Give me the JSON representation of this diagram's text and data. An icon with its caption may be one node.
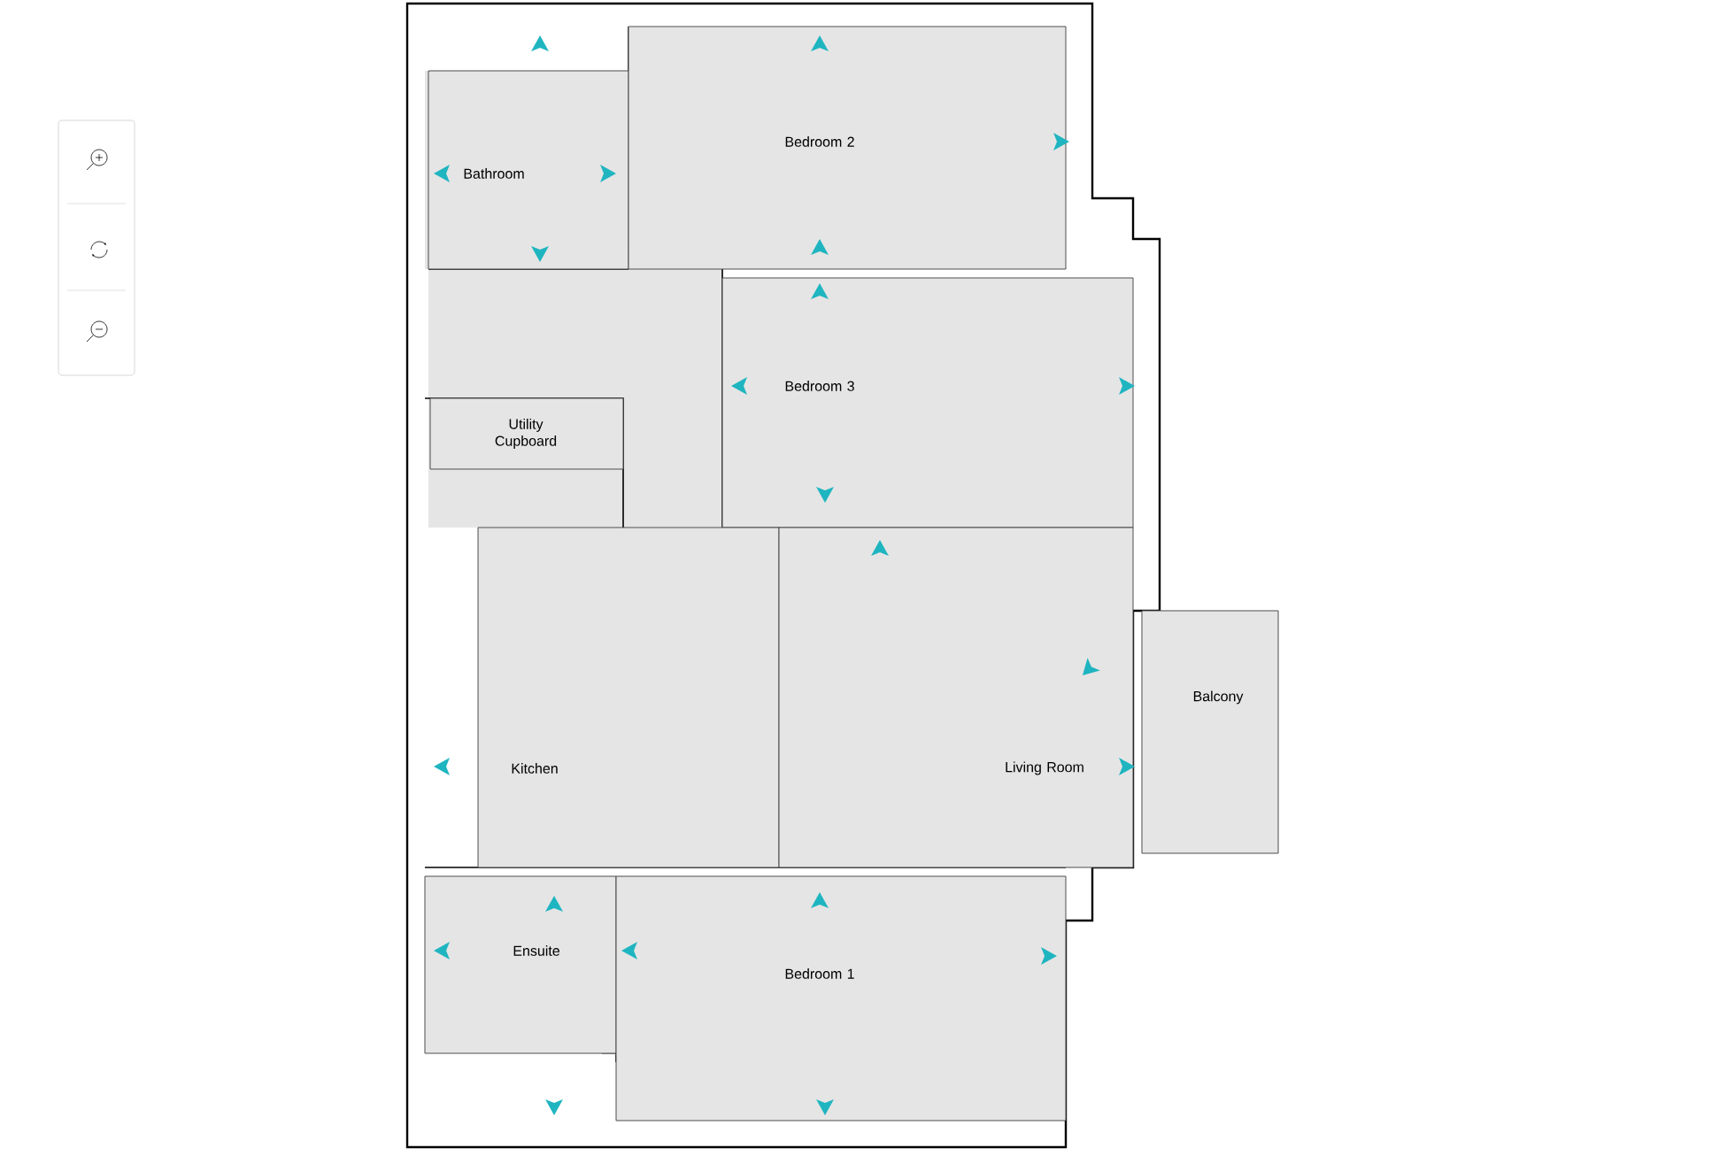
{
  "diagram": {
    "nodes": [
      {
        "text": [
          "Bathroom"
        ]
      },
      {
        "text": [
          "Bedroom 2"
        ]
      },
      {
        "text": [
          "Bedroom 3"
        ]
      },
      {
        "text": [
          "Utility Cupboard"
        ]
      },
      {
        "text": [
          "Kitchen"
        ]
      },
      {
        "text": [
          "Living Room"
        ]
      },
      {
        "text": [
          "Balcony"
        ]
      },
      {
        "text": [
          "Ensuite"
        ]
      },
      {
        "text": [
          "Bedroom 1"
        ]
      }
    ]
  }
}
